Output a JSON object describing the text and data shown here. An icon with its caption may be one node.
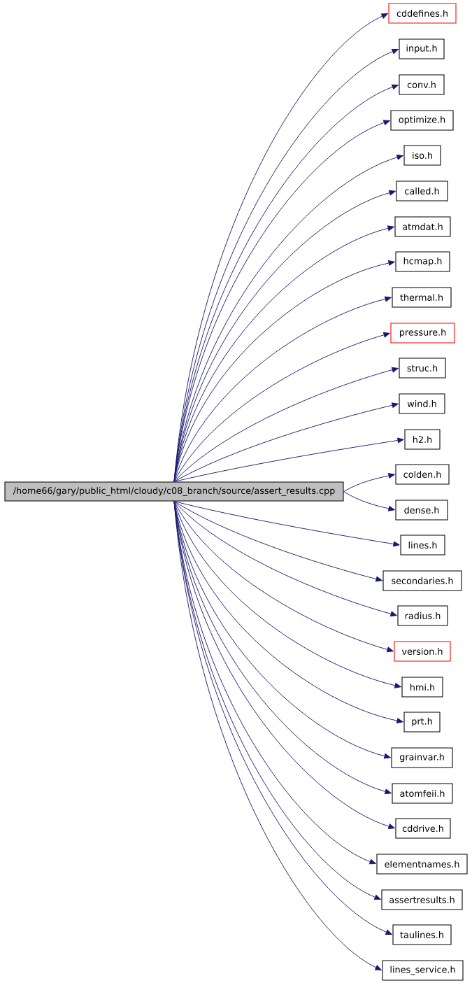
{
  "diagram": {
    "nodes": [
      {
        "text": [
          "/home66/gary/public_html/cloudy/c08_branch/source/assert_results.cpp"
        ]
      },
      {
        "text": [
          "cddefines.h"
        ]
      },
      {
        "text": [
          "input.h"
        ]
      },
      {
        "text": [
          "conv.h"
        ]
      },
      {
        "text": [
          "optimize.h"
        ]
      },
      {
        "text": [
          "iso.h"
        ]
      },
      {
        "text": [
          "called.h"
        ]
      },
      {
        "text": [
          "atmdat.h"
        ]
      },
      {
        "text": [
          "hcmap.h"
        ]
      },
      {
        "text": [
          "thermal.h"
        ]
      },
      {
        "text": [
          "pressure.h"
        ]
      },
      {
        "text": [
          "struc.h"
        ]
      },
      {
        "text": [
          "wind.h"
        ]
      },
      {
        "text": [
          "h2.h"
        ]
      },
      {
        "text": [
          "colden.h"
        ]
      },
      {
        "text": [
          "dense.h"
        ]
      },
      {
        "text": [
          "lines.h"
        ]
      },
      {
        "text": [
          "secondaries.h"
        ]
      },
      {
        "text": [
          "radius.h"
        ]
      },
      {
        "text": [
          "version.h"
        ]
      },
      {
        "text": [
          "hmi.h"
        ]
      },
      {
        "text": [
          "prt.h"
        ]
      },
      {
        "text": [
          "grainvar.h"
        ]
      },
      {
        "text": [
          "atomfeii.h"
        ]
      },
      {
        "text": [
          "cddrive.h"
        ]
      },
      {
        "text": [
          "elementnames.h"
        ]
      },
      {
        "text": [
          "assertresults.h"
        ]
      },
      {
        "text": [
          "taulines.h"
        ]
      },
      {
        "text": [
          "lines_service.h"
        ]
      }
    ],
    "edges": [
      {
        "from": 0,
        "to": 1,
        "arrow": "to"
      },
      {
        "from": 0,
        "to": 2,
        "arrow": "to"
      },
      {
        "from": 0,
        "to": 3,
        "arrow": "to"
      },
      {
        "from": 0,
        "to": 4,
        "arrow": "to"
      },
      {
        "from": 0,
        "to": 5,
        "arrow": "to"
      },
      {
        "from": 0,
        "to": 6,
        "arrow": "to"
      },
      {
        "from": 0,
        "to": 7,
        "arrow": "to"
      },
      {
        "from": 0,
        "to": 8,
        "arrow": "to"
      },
      {
        "from": 0,
        "to": 9,
        "arrow": "to"
      },
      {
        "from": 0,
        "to": 10,
        "arrow": "to"
      },
      {
        "from": 0,
        "to": 11,
        "arrow": "to"
      },
      {
        "from": 0,
        "to": 12,
        "arrow": "to"
      },
      {
        "from": 0,
        "to": 13,
        "arrow": "to"
      },
      {
        "from": 0,
        "to": 14,
        "arrow": "to"
      },
      {
        "from": 0,
        "to": 15,
        "arrow": "to"
      },
      {
        "from": 0,
        "to": 16,
        "arrow": "to"
      },
      {
        "from": 0,
        "to": 17,
        "arrow": "to"
      },
      {
        "from": 0,
        "to": 18,
        "arrow": "to"
      },
      {
        "from": 0,
        "to": 19,
        "arrow": "to"
      },
      {
        "from": 0,
        "to": 20,
        "arrow": "to"
      },
      {
        "from": 0,
        "to": 21,
        "arrow": "to"
      },
      {
        "from": 0,
        "to": 22,
        "arrow": "to"
      },
      {
        "from": 0,
        "to": 23,
        "arrow": "to"
      },
      {
        "from": 0,
        "to": 24,
        "arrow": "to"
      },
      {
        "from": 0,
        "to": 25,
        "arrow": "to"
      },
      {
        "from": 0,
        "to": 26,
        "arrow": "to"
      },
      {
        "from": 0,
        "to": 27,
        "arrow": "to"
      },
      {
        "from": 0,
        "to": 28,
        "arrow": "to"
      }
    ]
  }
}
